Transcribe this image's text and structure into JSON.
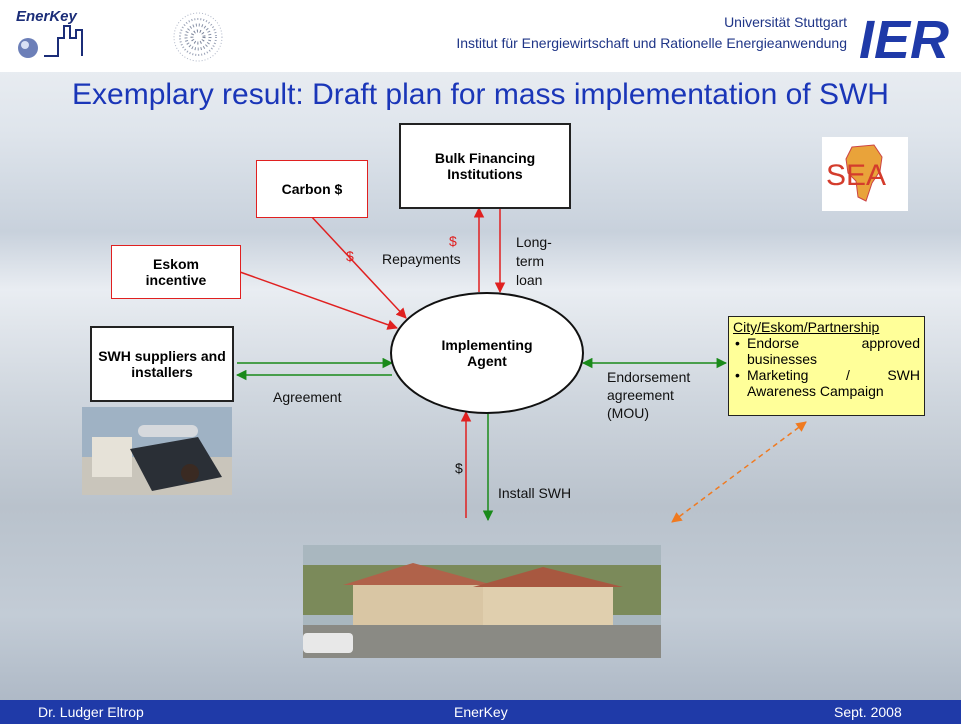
{
  "header": {
    "logo_text": "EnerKey",
    "university": "Universität Stuttgart",
    "institute": "Institut für Energiewirtschaft und Rationelle Energieanwendung",
    "ier_logo": "IER"
  },
  "title": "Exemplary result: Draft plan for mass implementation of SWH",
  "nodes": {
    "bulk_financing": "Bulk Financing Institutions",
    "carbon": "Carbon $",
    "eskom_incentive": "Eskom incentive",
    "swh_suppliers": "SWH suppliers and installers",
    "implementing_agent": "Implementing Agent",
    "sea_logo": "SEA"
  },
  "partnership": {
    "heading": "City/Eskom/Partnership",
    "items": [
      "Endorse approved businesses",
      "Marketing / SWH Awareness Campaign"
    ]
  },
  "labels": {
    "dollar": "$",
    "repayments": "Repayments",
    "long_term_loan": "Long-term loan",
    "agreement": "Agreement",
    "endorsement": "Endorsement agreement (MOU)",
    "install_swh": "Install SWH"
  },
  "colors": {
    "title": "#1a36b8",
    "red_arrow": "#e02020",
    "green_arrow": "#1a8a1a",
    "orange_dash": "#f07a20",
    "footer": "#1f3aa8"
  },
  "footer": {
    "left": "Dr. Ludger Eltrop",
    "center": "EnerKey",
    "right": "Sept. 2008"
  }
}
